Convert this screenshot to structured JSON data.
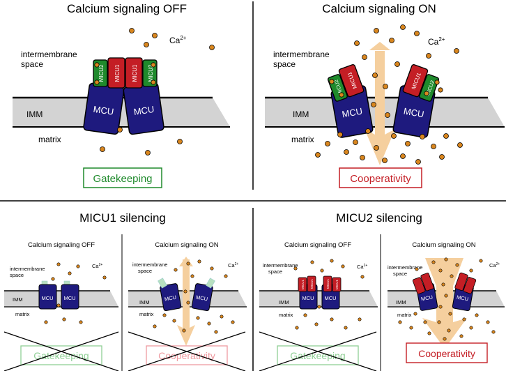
{
  "titles": {
    "top_left": "Calcium signaling OFF",
    "top_right": "Calcium signaling ON",
    "bottom_left": "MICU1 silencing",
    "bottom_right": "MICU2 silencing"
  },
  "sub_titles": {
    "off": "Calcium signaling OFF",
    "on": "Calcium signaling ON"
  },
  "labels": {
    "intermembrane_line1": "intermembrane",
    "intermembrane_line2": "space",
    "imm": "IMM",
    "matrix": "matrix",
    "ca": "Ca",
    "ca_sup": "2+",
    "mcu": "MCU",
    "micu1": "MICU1",
    "micu2": "MICU2"
  },
  "boxes": {
    "gatekeeping": "Gatekeeping",
    "cooperativity": "Cooperativity"
  },
  "colors": {
    "mcu": "#1e1a7e",
    "micu1": "#c41e25",
    "micu2": "#1f8a2c",
    "calcium": "#d9861e",
    "flux": "#f5cf9e",
    "membrane": "#d3d3d3",
    "gatekeeping": "#1f8a2c",
    "cooperativity": "#c41e25",
    "faded_green": "#8fcf95",
    "faded_red": "#ee9aa0"
  }
}
